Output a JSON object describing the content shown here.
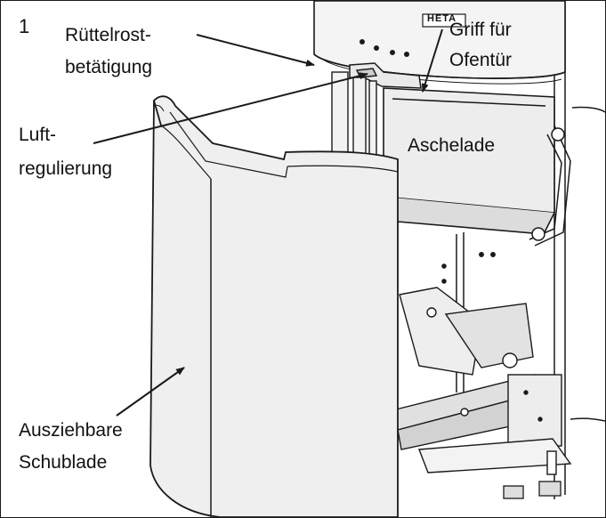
{
  "figure": {
    "number": "1",
    "brand": "HETA"
  },
  "labels": {
    "ruettelrost_line1": "Rüttelrost-",
    "ruettelrost_line2": "betätigung",
    "griff_line1": "Griff für",
    "griff_line2": "Ofentür",
    "luft_line1": "Luft-",
    "luft_line2": "regulierung",
    "aschelade": "Aschelade",
    "ausziehbare_line1": "Ausziehbare",
    "ausziehbare_line2": "Schublade"
  },
  "colors": {
    "line": "#1a1a1a",
    "metal_light": "#f2f2f2",
    "metal_mid": "#d9d9d9",
    "metal_dark": "#9a9a9a"
  }
}
